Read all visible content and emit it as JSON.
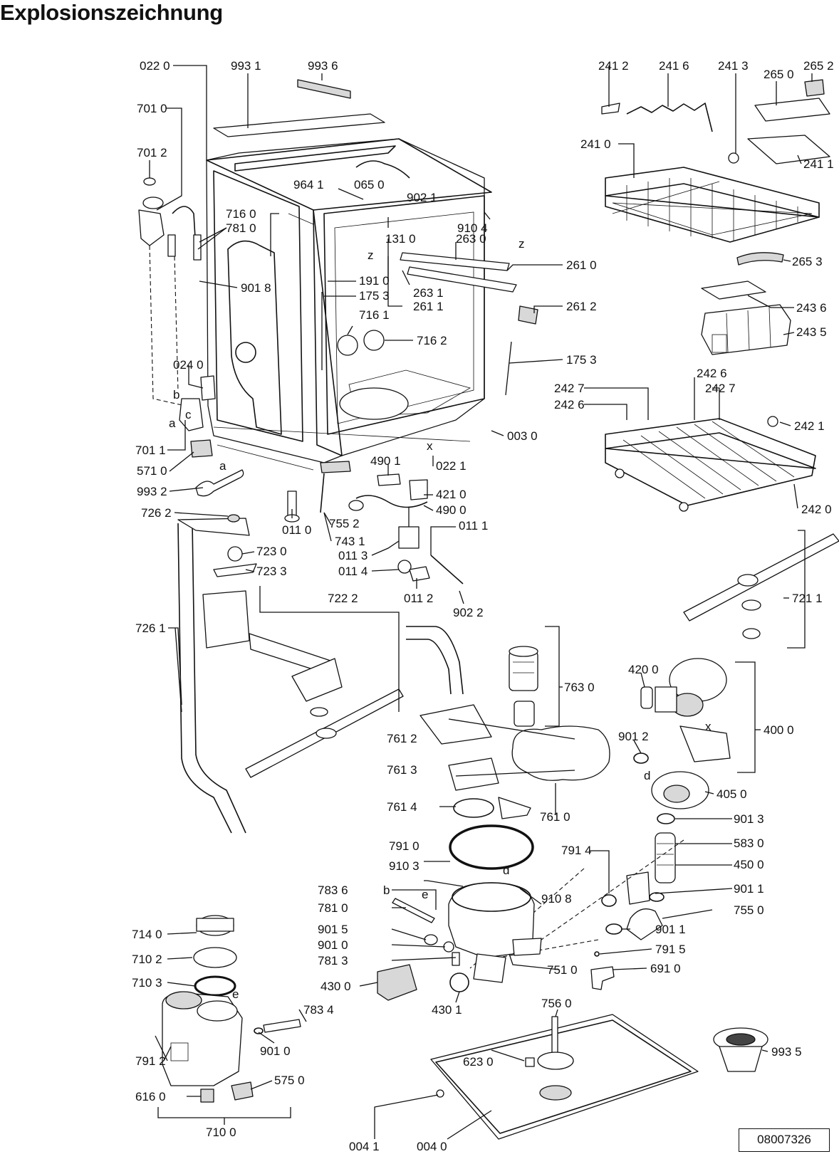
{
  "title": "Explosionszeichnung",
  "document_number": "08007326",
  "letters": [
    "z",
    "z",
    "x",
    "x",
    "a",
    "a",
    "b",
    "b",
    "c",
    "d",
    "d",
    "e",
    "e"
  ],
  "labels": {
    "022_0": "022 0",
    "993_1": "993 1",
    "993_6": "993 6",
    "701_0": "701 0",
    "701_2": "701 2",
    "964_1": "964 1",
    "065_0": "065 0",
    "902_1": "902 1",
    "716_0": "716 0",
    "781_0a": "781 0",
    "910_4": "910 4",
    "131_0": "131 0",
    "263_0": "263 0",
    "261_0": "261 0",
    "901_8": "901 8",
    "191_0": "191 0",
    "175_3a": "175 3",
    "263_1": "263 1",
    "261_1": "261 1",
    "261_2": "261 2",
    "716_1": "716 1",
    "716_2": "716 2",
    "175_3b": "175 3",
    "024_0": "024 0",
    "003_0": "003 0",
    "701_1": "701 1",
    "571_0": "571 0",
    "490_1": "490 1",
    "022_1": "022 1",
    "421_0": "421 0",
    "993_2": "993 2",
    "490_0": "490 0",
    "726_2": "726 2",
    "755_2": "755 2",
    "011_0": "011 0",
    "011_1": "011 1",
    "743_1": "743 1",
    "723_0": "723 0",
    "011_3": "011 3",
    "723_3": "723 3",
    "011_4": "011 4",
    "011_2": "011 2",
    "722_2": "722 2",
    "902_2": "902 2",
    "726_1": "726 1",
    "241_2": "241 2",
    "241_6": "241 6",
    "241_3": "241 3",
    "265_2": "265 2",
    "265_0": "265 0",
    "241_0": "241 0",
    "241_1": "241 1",
    "265_3": "265 3",
    "243_6": "243 6",
    "243_5": "243 5",
    "242_6a": "242 6",
    "242_7a": "242 7",
    "242_7b": "242 7",
    "242_6b": "242 6",
    "242_1": "242 1",
    "242_0": "242 0",
    "721_1": "721 1",
    "763_0": "763 0",
    "420_0": "420 0",
    "400_0": "400 0",
    "761_2": "761 2",
    "901_2": "901 2",
    "761_3": "761 3",
    "405_0": "405 0",
    "761_4": "761 4",
    "761_0": "761 0",
    "901_3": "901 3",
    "791_0": "791 0",
    "791_4": "791 4",
    "583_0": "583 0",
    "910_3": "910 3",
    "450_0": "450 0",
    "783_6": "783 6",
    "910_8": "910 8",
    "901_1a": "901 1",
    "781_0b": "781 0",
    "755_0": "755 0",
    "901_5": "901 5",
    "901_1b": "901 1",
    "901_0a": "901 0",
    "791_5": "791 5",
    "781_3": "781 3",
    "751_0": "751 0",
    "691_0": "691 0",
    "714_0": "714 0",
    "710_2": "710 2",
    "710_3": "710 3",
    "430_0": "430 0",
    "430_1": "430 1",
    "783_4": "783 4",
    "756_0": "756 0",
    "901_0b": "901 0",
    "993_5": "993 5",
    "791_2": "791 2",
    "623_0": "623 0",
    "575_0": "575 0",
    "616_0": "616 0",
    "710_0": "710 0",
    "004_1": "004 1",
    "004_0": "004 0"
  }
}
